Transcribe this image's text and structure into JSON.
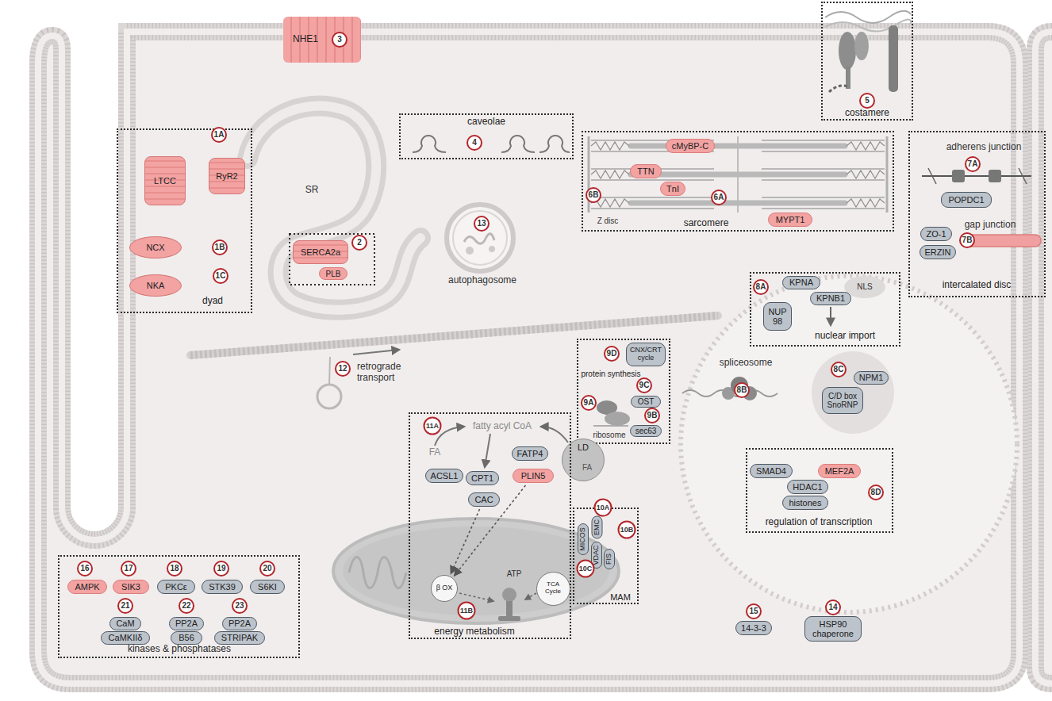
{
  "diagram": {
    "nodes": [
      {
        "text": [
          "NHE1"
        ]
      },
      {
        "text": [
          "dyad"
        ]
      },
      {
        "text": [
          "LTCC"
        ],
        "in": 1
      },
      {
        "text": [
          "RyR2"
        ],
        "in": 1
      },
      {
        "text": [
          "NCX"
        ],
        "in": 1
      },
      {
        "text": [
          "NKA"
        ],
        "in": 1
      },
      {
        "text": [
          "SERCA2a"
        ]
      },
      {
        "text": [
          "PLB"
        ]
      },
      {
        "text": [
          "caveolae"
        ]
      },
      {
        "text": [
          "costamere"
        ]
      },
      {
        "text": [
          "sarcomere"
        ]
      },
      {
        "text": [
          "cMyBP-C"
        ],
        "in": 10
      },
      {
        "text": [
          "TTN"
        ],
        "in": 10
      },
      {
        "text": [
          "TnI"
        ],
        "in": 10
      },
      {
        "text": [
          "MYPT1"
        ],
        "in": 10
      },
      {
        "text": [
          "intercalated disc"
        ]
      },
      {
        "text": [
          "POPDC1"
        ],
        "in": 15
      },
      {
        "text": [
          "ZO-1"
        ],
        "in": 15
      },
      {
        "text": [
          "ERZIN"
        ],
        "in": 15
      },
      {
        "text": [
          "nuclear import"
        ]
      },
      {
        "text": [
          "KPNA"
        ],
        "in": 19
      },
      {
        "text": [
          "KPNB1"
        ],
        "in": 19
      },
      {
        "text": [
          "NUP 98"
        ],
        "in": 19
      },
      {
        "text": [
          "NPM1"
        ]
      },
      {
        "text": [
          "C/D box SnoRNP"
        ]
      },
      {
        "text": [
          "protein synthesis"
        ]
      },
      {
        "text": [
          "CNX/CRT cycle"
        ],
        "in": 25
      },
      {
        "text": [
          "OST"
        ],
        "in": 25
      },
      {
        "text": [
          "sec63"
        ],
        "in": 25
      },
      {
        "text": [
          "regulation of transcription"
        ]
      },
      {
        "text": [
          "SMAD4"
        ],
        "in": 29
      },
      {
        "text": [
          "MEF2A"
        ],
        "in": 29
      },
      {
        "text": [
          "HDAC1"
        ],
        "in": 29
      },
      {
        "text": [
          "histones"
        ],
        "in": 29
      },
      {
        "text": [
          "LD"
        ]
      },
      {
        "text": [
          "energy metabolism"
        ]
      },
      {
        "text": [
          "ACSL1"
        ],
        "in": 35
      },
      {
        "text": [
          "CPT1"
        ],
        "in": 35
      },
      {
        "text": [
          "FATP4"
        ],
        "in": 35
      },
      {
        "text": [
          "PLIN5"
        ],
        "in": 35
      },
      {
        "text": [
          "CAC"
        ],
        "in": 35
      },
      {
        "text": [
          "β OX"
        ],
        "in": 35
      },
      {
        "text": [
          "TCA Cycle"
        ],
        "in": 35
      },
      {
        "text": [
          "MAM"
        ]
      },
      {
        "text": [
          "MICOS"
        ],
        "in": 43
      },
      {
        "text": [
          "EMC"
        ],
        "in": 43
      },
      {
        "text": [
          "VDAC"
        ],
        "in": 43
      },
      {
        "text": [
          "FIS"
        ],
        "in": 43
      },
      {
        "text": [
          "kinases & phosphatases"
        ]
      },
      {
        "text": [
          "AMPK"
        ],
        "in": 48
      },
      {
        "text": [
          "SIK3"
        ],
        "in": 48
      },
      {
        "text": [
          "PKCε"
        ],
        "in": 48
      },
      {
        "text": [
          "STK39"
        ],
        "in": 48
      },
      {
        "text": [
          "S6KI"
        ],
        "in": 48
      },
      {
        "text": [
          "CaM"
        ],
        "in": 48
      },
      {
        "text": [
          "CaMKIIδ"
        ],
        "in": 48
      },
      {
        "text": [
          "PP2A"
        ],
        "in": 48
      },
      {
        "text": [
          "B56"
        ],
        "in": 48
      },
      {
        "text": [
          "PP2A"
        ],
        "in": 48
      },
      {
        "text": [
          "STRIPAK"
        ],
        "in": 48
      },
      {
        "text": [
          "14-3-3"
        ]
      },
      {
        "text": [
          "HSP90 chaperone"
        ]
      }
    ],
    "edges": [
      {
        "from": 39,
        "to": 41,
        "arrow": "to"
      },
      {
        "from": 40,
        "to": 41,
        "arrow": "to"
      }
    ],
    "labels": [
      "1A",
      "1B",
      "1C",
      "2",
      "3",
      "4",
      "5",
      "6A",
      "6B",
      "7A",
      "7B",
      "8A",
      "8B",
      "8C",
      "8D",
      "9A",
      "9B",
      "9C",
      "9D",
      "10A",
      "10B",
      "10C",
      "11A",
      "11B",
      "12",
      "13",
      "14",
      "15",
      "16",
      "17",
      "18",
      "19",
      "20",
      "21",
      "22",
      "23",
      "SR",
      "Z disc",
      "adherens junction",
      "gap junction",
      "NLS",
      "spliceosome",
      "ribosome",
      "autophagosome",
      "retrograde transport",
      "fatty acyl CoA",
      "FA",
      "FA",
      "ATP"
    ]
  }
}
